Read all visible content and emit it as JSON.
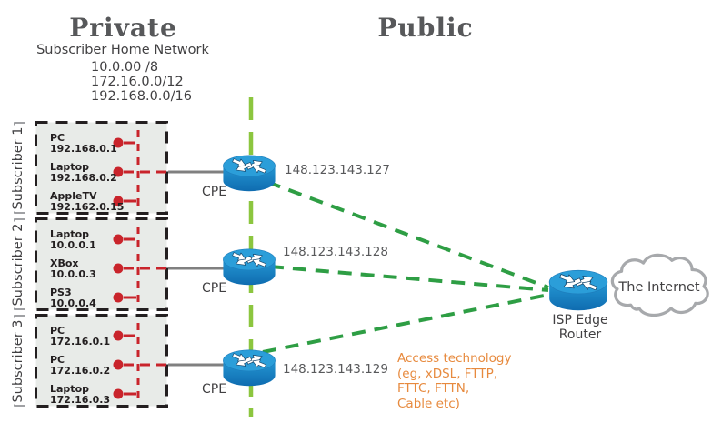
{
  "titles": {
    "private": "Private",
    "public": "Public"
  },
  "home_network": {
    "heading": "Subscriber Home Network",
    "subnets": [
      "10.0.00 /8",
      "172.16.0.0/12",
      "192.168.0.0/16"
    ]
  },
  "subscribers": [
    {
      "label": "Subscriber 1",
      "devices": [
        {
          "name": "PC",
          "ip": "192.168.0.1"
        },
        {
          "name": "Laptop",
          "ip": "192.168.0.2"
        },
        {
          "name": "AppleTV",
          "ip": "192.162.0.15"
        }
      ],
      "cpe_label": "CPE",
      "wan_ip": "148.123.143.127"
    },
    {
      "label": "Subscriber 2",
      "devices": [
        {
          "name": "Laptop",
          "ip": "10.0.0.1"
        },
        {
          "name": "XBox",
          "ip": "10.0.0.3"
        },
        {
          "name": "PS3",
          "ip": "10.0.0.4"
        }
      ],
      "cpe_label": "CPE",
      "wan_ip": "148.123.143.128"
    },
    {
      "label": "Subscriber 3",
      "devices": [
        {
          "name": "PC",
          "ip": "172.16.0.1"
        },
        {
          "name": "PC",
          "ip": "172.16.0.2"
        },
        {
          "name": "Laptop",
          "ip": "172.16.0.3"
        }
      ],
      "cpe_label": "CPE",
      "wan_ip": "148.123.143.129"
    }
  ],
  "isp": {
    "router_label_lines": [
      "ISP Edge",
      "Router"
    ],
    "cloud_label": "The Internet"
  },
  "annotations": {
    "access_technology_lines": [
      "Access technology",
      "(eg, xDSL, FTTP,",
      "FTTC, FTTN,",
      "Cable etc)"
    ]
  },
  "icons": {
    "cpe": "router-icon",
    "isp": "router-icon",
    "internet": "cloud-icon",
    "device_port": "red-dot-icon"
  },
  "colors": {
    "private_link_red": "#C9242B",
    "public_link_green": "#2E9E44",
    "boundary_green": "#8CC63F",
    "router_blue": "#2B9ED9",
    "annotation_orange": "#E78A3E",
    "box_fill": "#E8EBE8",
    "box_border": "#231F20",
    "lan_wire_gray": "#808080"
  }
}
